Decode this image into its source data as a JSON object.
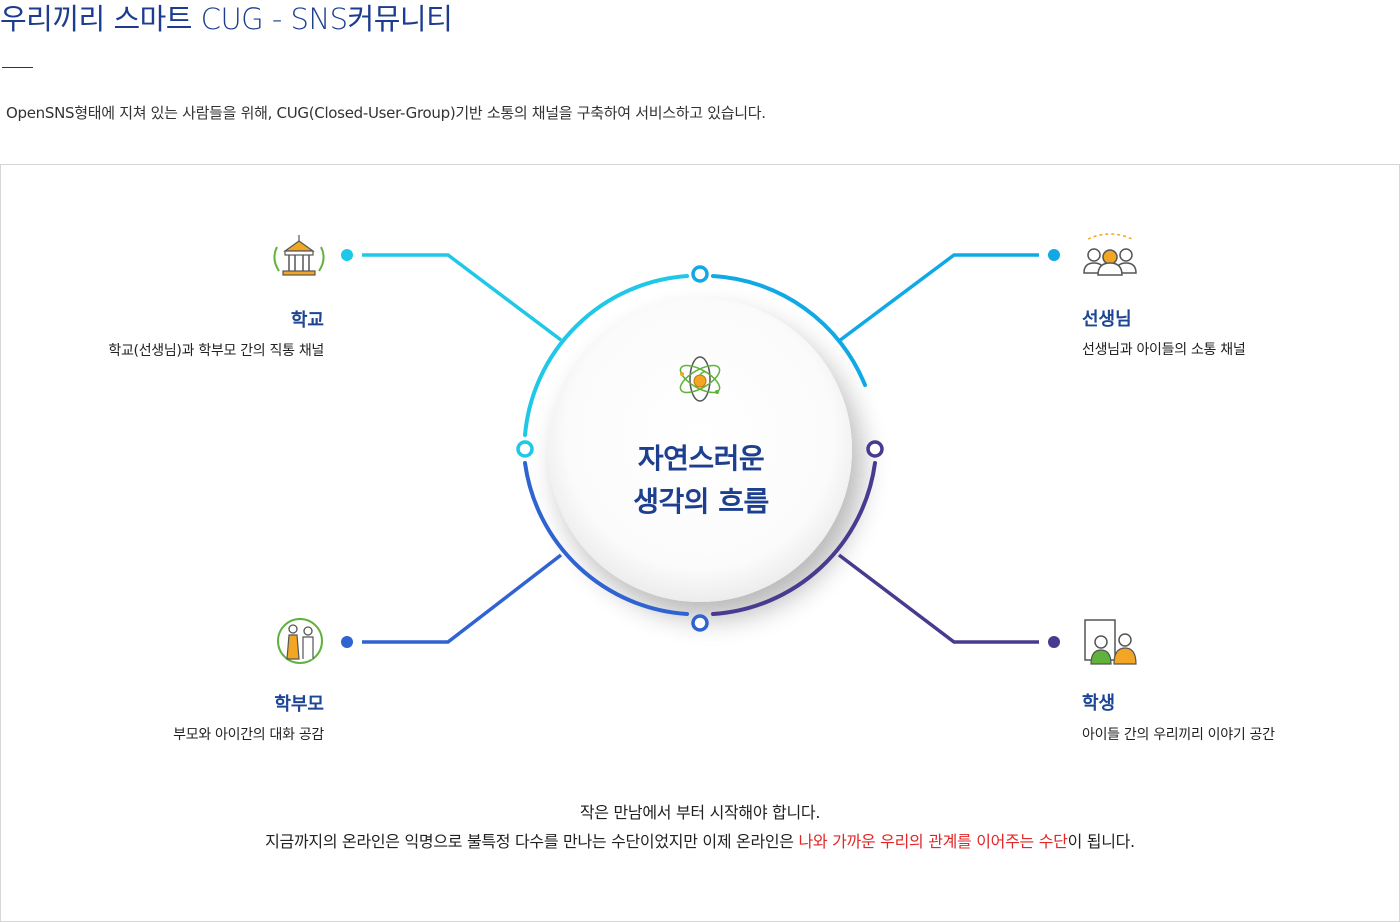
{
  "header": {
    "title": "우리끼리 스마트 CUG - SNS커뮤니티",
    "intro": "OpenSNS형태에 지쳐 있는 사람들을 위해, CUG(Closed-User-Group)기반 소통의 채널을 구축하여 서비스하고 있습니다."
  },
  "diagram": {
    "center": {
      "line1": "자연스러운",
      "line2": "생각의 흐름",
      "icon": "apple-atom-icon"
    },
    "nodes": [
      {
        "id": "school",
        "title": "학교",
        "desc": "학교(선생님)과 학부모 간의 직통 채널",
        "icon": "school-building-icon",
        "color": "#1ec8e6"
      },
      {
        "id": "teacher",
        "title": "선생님",
        "desc": "선생님과 아이들의 소통 채널",
        "icon": "teacher-group-icon",
        "color": "#10a9e6"
      },
      {
        "id": "parents",
        "title": "학부모",
        "desc": "부모와 아이간의 대화 공감",
        "icon": "parents-icon",
        "color": "#2f63d1"
      },
      {
        "id": "student",
        "title": "학생",
        "desc": "아이들 간의 우리끼리 이야기 공간",
        "icon": "students-icon",
        "color": "#4a3a8f"
      }
    ],
    "colors": {
      "cyan": "#1ec8e6",
      "blue": "#10a9e6",
      "royal": "#2f63d1",
      "purple": "#4a3a8f",
      "title": "#1d4594",
      "highlight": "#e12727"
    }
  },
  "footer": {
    "line1": "작은 만남에서 부터 시작해야 합니다.",
    "line2_pre": "지금까지의 온라인은 익명으로 불특정 다수를 만나는 수단이었지만 이제 온라인은 ",
    "line2_highlight": "나와 가까운 우리의 관계를 이어주는 수단",
    "line2_post": "이 됩니다."
  }
}
